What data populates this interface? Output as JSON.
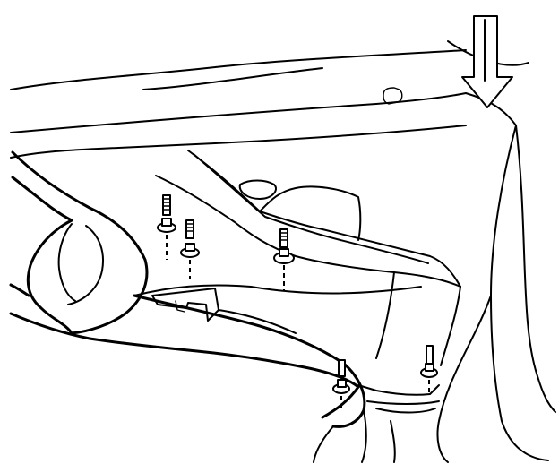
{
  "illustration": {
    "subject": "",
    "arrow": {
      "direction": "down",
      "icon": "down-arrow-icon"
    },
    "fasteners": [
      {
        "id": "fastener-1",
        "kind": "stud-with-nut"
      },
      {
        "id": "fastener-2",
        "kind": "stud-with-nut"
      },
      {
        "id": "fastener-3",
        "kind": "stud-with-nut"
      },
      {
        "id": "fastener-4",
        "kind": "stud-with-nut"
      },
      {
        "id": "fastener-5",
        "kind": "stud-with-nut"
      }
    ],
    "colors": {
      "line": "#000000",
      "background": "#ffffff"
    }
  }
}
